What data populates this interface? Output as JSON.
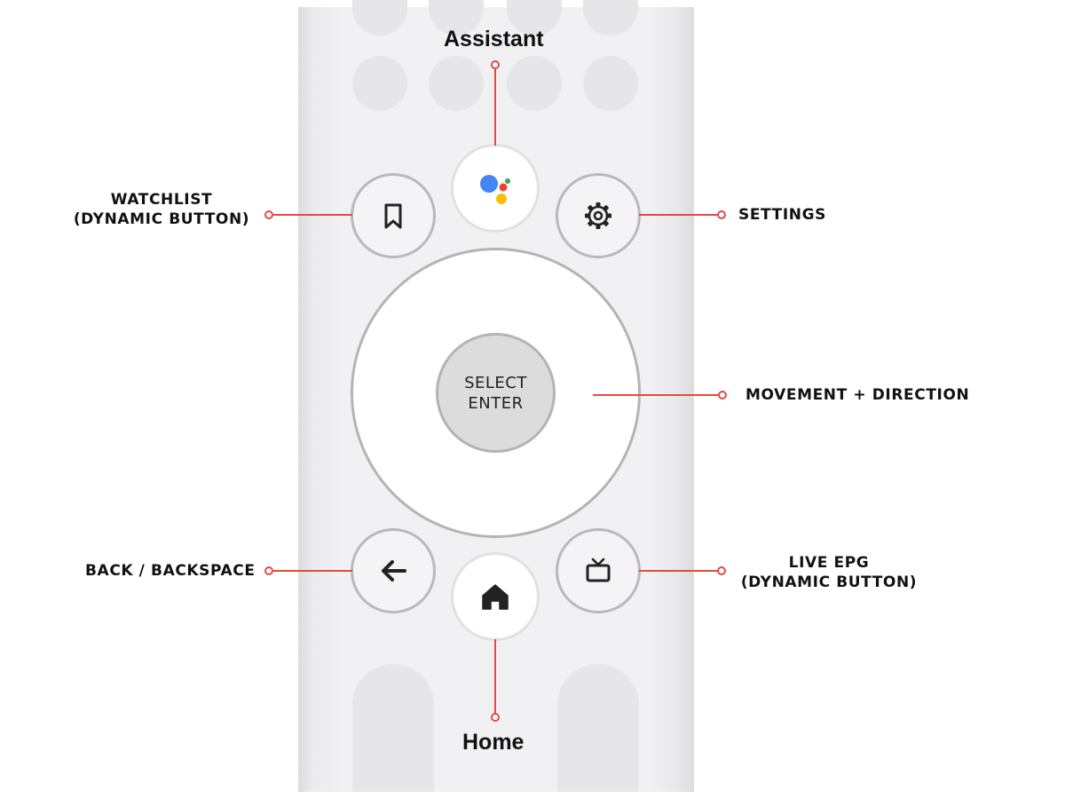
{
  "labels": {
    "assistant": "Assistant",
    "home": "Home",
    "watchlist": [
      "WATCHLIST",
      "(DYNAMIC BUTTON)"
    ],
    "settings": "SETTINGS",
    "movement": "MOVEMENT + DIRECTION",
    "back": "BACK / BACKSPACE",
    "live_epg": [
      "LIVE EPG",
      "(DYNAMIC BUTTON)"
    ]
  },
  "select_button": [
    "SELECT",
    "ENTER"
  ],
  "icons": {
    "assistant": "google-assistant-icon",
    "watchlist": "bookmark-icon",
    "settings": "gear-icon",
    "back": "arrow-left-icon",
    "home": "home-icon",
    "live_epg": "tv-icon"
  },
  "colors": {
    "callout": "#e04b43",
    "assistant_blue": "#4285f4",
    "assistant_red": "#ea4335",
    "assistant_yellow": "#fbbc05",
    "assistant_green": "#34a853"
  }
}
